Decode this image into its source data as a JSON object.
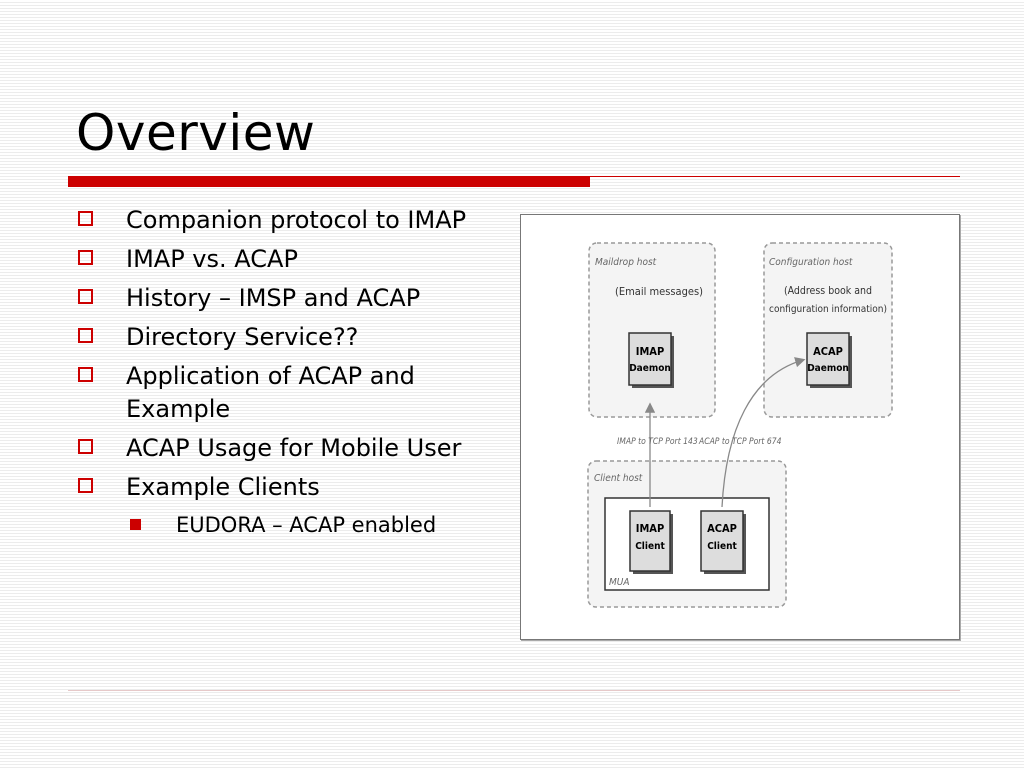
{
  "slide": {
    "title": "Overview",
    "bullets": [
      "Companion protocol to IMAP",
      "IMAP vs. ACAP",
      "History – IMSP and ACAP",
      "Directory Service??",
      "Application of ACAP and Example",
      "ACAP Usage for Mobile User",
      "Example Clients"
    ],
    "sub_bullets": [
      "EUDORA – ACAP enabled"
    ]
  },
  "figure": {
    "maildrop_label": "Maildrop host",
    "maildrop_note": "(Email messages)",
    "imap_daemon_line1": "IMAP",
    "imap_daemon_line2": "Daemon",
    "config_label": "Configuration host",
    "config_note_line1": "(Address book and",
    "config_note_line2": "configuration information)",
    "acap_daemon_line1": "ACAP",
    "acap_daemon_line2": "Daemon",
    "imap_port": "IMAP to TCP Port 143",
    "acap_port": "ACAP to TCP Port 674",
    "client_host_label": "Client host",
    "imap_client_line1": "IMAP",
    "imap_client_line2": "Client",
    "acap_client_line1": "ACAP",
    "acap_client_line2": "Client",
    "mua_label": "MUA"
  },
  "colors": {
    "accent": "#cc0000"
  }
}
